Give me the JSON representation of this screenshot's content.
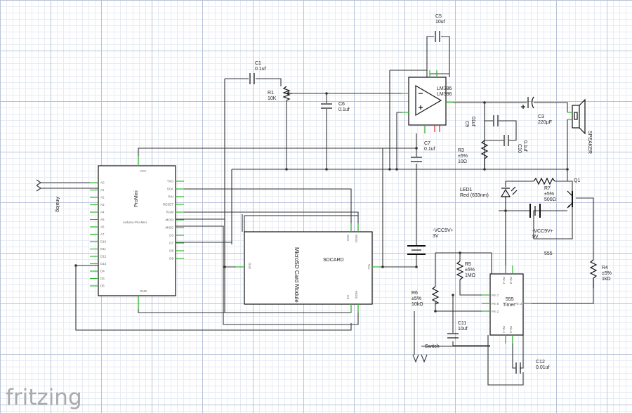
{
  "brand": "fritzing",
  "arduino": {
    "side_label": "ProMini",
    "name": "Arduino-Pro-Mini",
    "left_pins": [
      "A0",
      "A1",
      "A2",
      "A3",
      "A4",
      "A5",
      "A6",
      "A7",
      "D10",
      "D11",
      "D12",
      "D13",
      "D4",
      "D5",
      "D6"
    ],
    "right_pins": [
      "TXO",
      "SCK",
      "RXI",
      "RESET",
      "RAW",
      "MOSI",
      "MISO",
      "D3",
      "D7",
      "D8",
      "D9"
    ],
    "vcc_pin": "VCC",
    "gnd_pin": "GND"
  },
  "analog_label": "Analog",
  "sd": {
    "title": "MicroSD Card Module",
    "chip": "SDCARD",
    "pin_sck": "SCK",
    "pin_miso": "MISO",
    "pin_gnd": "Gnd",
    "pin_vcc": "Vcc",
    "pin_cs": "CS",
    "pin_mosi": "MOSI"
  },
  "amp": {
    "name1": "LM386",
    "name2": "LM386"
  },
  "timer": {
    "title": "555",
    "sub": "Timer",
    "pins": [
      "Pin 7",
      "Pin 6",
      "Pin 2",
      "Pin 1",
      "Pin 5",
      "Pin 4",
      "Pin 8",
      "Pin 3"
    ]
  },
  "components": {
    "c1": {
      "name": "C1",
      "value": "0.1uf"
    },
    "r1": {
      "name": "R1",
      "value": "10K"
    },
    "c6": {
      "name": "C6",
      "value": "0.1uf"
    },
    "c5": {
      "name": "C5",
      "value": "10uf"
    },
    "c7": {
      "name": "C7",
      "value": "0.1uf"
    },
    "c9": {
      "name": "C9",
      "value": "01uf"
    },
    "c10": {
      "name": "C10",
      "value": "0.1uf"
    },
    "r3": {
      "name": "R3",
      "tol": "±5%",
      "value": "10Ω"
    },
    "c3": {
      "name": "C3",
      "value": "220µF"
    },
    "speaker": "SPEAKER",
    "led1": {
      "name": "LED1",
      "value": "Red (633nm)"
    },
    "r7": {
      "name": "R7",
      "tol": "±5%",
      "value": "500Ω"
    },
    "q1": "Q1",
    "vcc5": {
      "name": "-VCC5V+",
      "value": "3V"
    },
    "vcc9": {
      "name": "-VCC9V+",
      "value": "9V"
    },
    "label555": "555",
    "r5": {
      "name": "R5",
      "tol": "±5%",
      "value": "1MΩ"
    },
    "r6": {
      "name": "R6",
      "tol": "±5%",
      "value": "10kΩ"
    },
    "r4": {
      "name": "R4",
      "tol": "±5%",
      "value": "1kΩ"
    },
    "c11": {
      "name": "C11",
      "value": "10uf"
    },
    "c12": {
      "name": "C12",
      "value": "0.01uf"
    },
    "switch": "Switch"
  }
}
